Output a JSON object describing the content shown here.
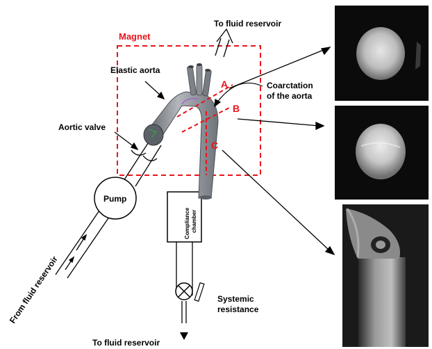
{
  "labels": {
    "magnet": "Magnet",
    "to_fluid_reservoir_top": "To fluid reservoir",
    "elastic_aorta": "Elastic aorta",
    "coarctation_line1": "Coarctation",
    "coarctation_line2": "of the aorta",
    "aortic_valve": "Aortic valve",
    "pump": "Pump",
    "compliance_line1": "Compliance",
    "compliance_line2": "chamber",
    "from_fluid_reservoir": "From fluid reservoir",
    "systemic_line1": "Systemic",
    "systemic_line2": "resistance",
    "to_fluid_reservoir_bottom": "To fluid reservoir"
  },
  "sections": {
    "a": "A",
    "b": "B",
    "c": "C"
  },
  "colors": {
    "accent_red": "#e8141b",
    "aorta_gray": "#8c8f96",
    "mri_dark": "#0b0b0b"
  }
}
